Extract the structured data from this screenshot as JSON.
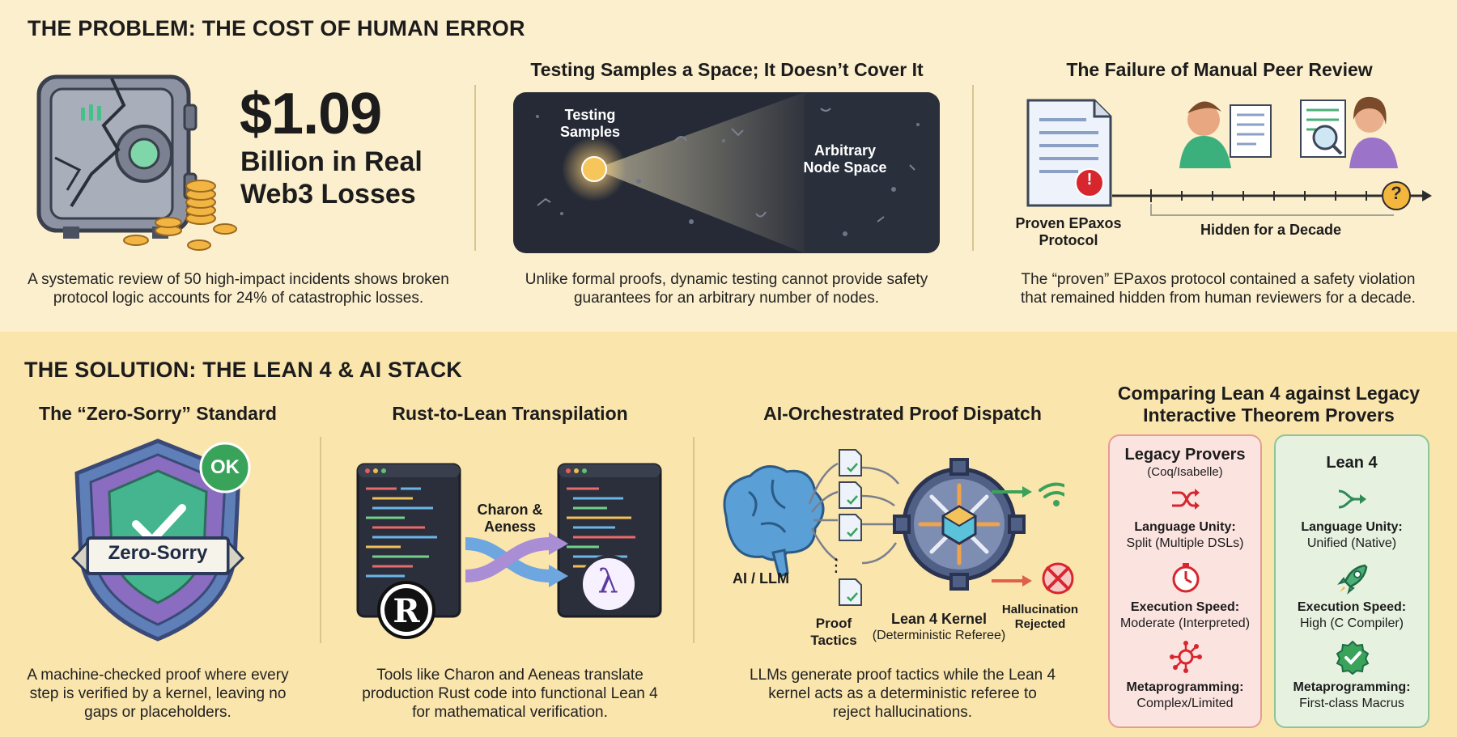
{
  "problem": {
    "section_title": "THE PROBLEM: THE COST OF HUMAN ERROR",
    "losses": {
      "amount": "$1.09",
      "unit_line1": "Billion in Real",
      "unit_line2": "Web3 Losses",
      "caption_line1": "A systematic review of 50 high-impact incidents shows broken",
      "caption_line2": "protocol logic accounts for 24% of catastrophic losses."
    },
    "testing": {
      "title": "Testing Samples a Space; It Doesn’t Cover It",
      "samples_line1": "Testing",
      "samples_line2": "Samples",
      "space_line1": "Arbitrary",
      "space_line2": "Node Space",
      "caption_line1": "Unlike formal proofs, dynamic testing cannot provide safety",
      "caption_line2": "guarantees for an arbitrary number of nodes."
    },
    "peer_review": {
      "title": "The Failure of Manual Peer Review",
      "doc_label_line1": "Proven EPaxos",
      "doc_label_line2": "Protocol",
      "timeline_label": "Hidden for a Decade",
      "question_mark": "?",
      "exclaim": "!",
      "caption_line1": "The “proven” EPaxos protocol contained a safety violation",
      "caption_line2": "that remained hidden from human reviewers for a decade."
    }
  },
  "solution": {
    "section_title": "THE SOLUTION: THE LEAN 4 & AI STACK",
    "zero_sorry": {
      "title": "The “Zero-Sorry” Standard",
      "badge": "OK",
      "ribbon": "Zero-Sorry",
      "caption_line1": "A machine-checked proof where every",
      "caption_line2": "step is verified by a kernel, leaving no",
      "caption_line3": "gaps or placeholders."
    },
    "transpile": {
      "title": "Rust-to-Lean Transpilation",
      "tool_line1": "Charon &",
      "tool_line2": "Aeness",
      "caption_line1": "Tools like Charon and Aeneas translate",
      "caption_line2": "production Rust code into functional Lean 4",
      "caption_line3": "for mathematical verification."
    },
    "dispatch": {
      "title": "AI-Orchestrated Proof Dispatch",
      "ai_label": "AI / LLM",
      "tactics_line1": "Proof",
      "tactics_line2": "Tactics",
      "kernel_line1": "Lean 4 Kernel",
      "kernel_line2": "(Deterministic Referee)",
      "rejected_line1": "Hallucination",
      "rejected_line2": "Rejected",
      "dots": "⋮",
      "caption_line1": "LLMs generate proof tactics while the Lean 4",
      "caption_line2": "kernel acts as a deterministic referee to",
      "caption_line3": "reject hallucinations."
    },
    "comparison": {
      "title_line1": "Comparing Lean 4 against Legacy",
      "title_line2": "Interactive Theorem Provers",
      "legacy": {
        "name": "Legacy Provers",
        "sub": "(Coq/Isabelle)",
        "rows": [
          {
            "key": "Language Unity:",
            "value": "Split (Multiple DSLs)"
          },
          {
            "key": "Execution Speed:",
            "value": "Moderate (Interpreted)"
          },
          {
            "key": "Metaprogramming:",
            "value": "Complex/Limited"
          }
        ]
      },
      "lean": {
        "name": "Lean 4",
        "rows": [
          {
            "key": "Language Unity:",
            "value": "Unified (Native)"
          },
          {
            "key": "Execution Speed:",
            "value": "High (C Compiler)"
          },
          {
            "key": "Metaprogramming:",
            "value": "First-class Macrus"
          }
        ]
      },
      "colors": {
        "legacy_bg": "#fbe3e0",
        "legacy_border": "#e79b96",
        "lean_bg": "#e6f1e0",
        "lean_border": "#8cc59a"
      }
    }
  }
}
